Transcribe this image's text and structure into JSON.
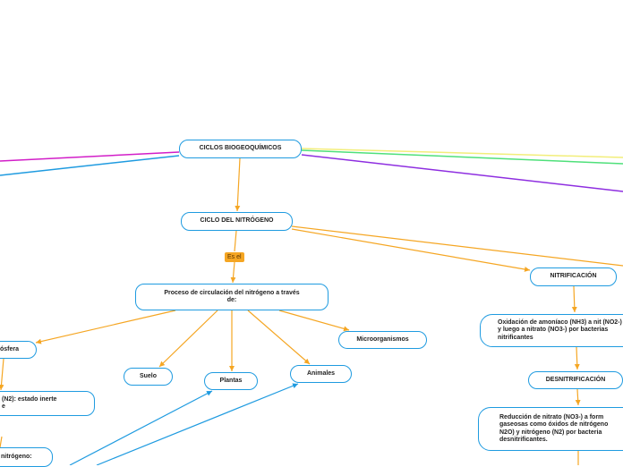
{
  "nodes": {
    "ciclos": "CICLOS BIOGEOQUÍMICOS",
    "nitrogeno": "CICLO DEL NITRÓGENO",
    "proceso": "Proceso de circulación del nitrógeno a través de:",
    "microorganismos": "Microorganismos",
    "atmosfera": "ósfera",
    "suelo": "Suelo",
    "plantas": "Plantas",
    "animales": "Animales",
    "n2": "(N2): estado inerte",
    "n2_line2": "e",
    "fijacion": "nitrógeno:",
    "nitrificacion": "NITRIFICACIÓN",
    "oxidacion": "Oxidación de amoníaco (NH3) a nit (NO2-) y luego a nitrato (NO3-) por bacterias nitrificantes",
    "desnitrificacion": "DESNITRIFICACIÓN",
    "reduccion": "Reducción de nitrato (NO3-) a form gaseosas como óxidos de nitrógeno N2O) y nitrógeno (N2) por bacteria desnitrificantes."
  },
  "tag": "Es el",
  "colors": {
    "node_border": "#1f9be0",
    "arrow": "#f5a623",
    "magenta": "#d21ec8",
    "blue": "#1f9be0",
    "yellow": "#f2ee7a",
    "green": "#4fe07a",
    "purple": "#8e2ee0"
  }
}
